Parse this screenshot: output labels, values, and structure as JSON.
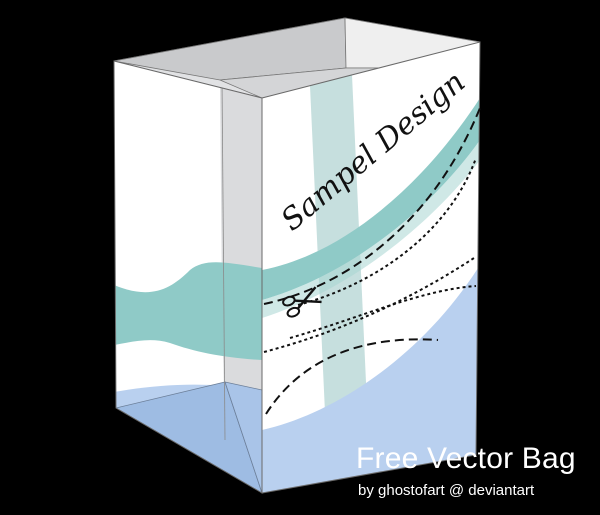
{
  "bag": {
    "design_text": "Sampel Design",
    "colors": {
      "background": "#000000",
      "paper": "#ffffff",
      "side_panel": "#d6d7d9",
      "teal": "#8fcac7",
      "teal_light": "#c6dfde",
      "blue": "#b9d0ef",
      "blue_dark": "#93b3dc",
      "outline": "#5a5a5a"
    },
    "icons": [
      "scissors-icon"
    ]
  },
  "caption": {
    "title": "Free Vector Bag",
    "credit": "by ghostofart @ deviantart"
  }
}
